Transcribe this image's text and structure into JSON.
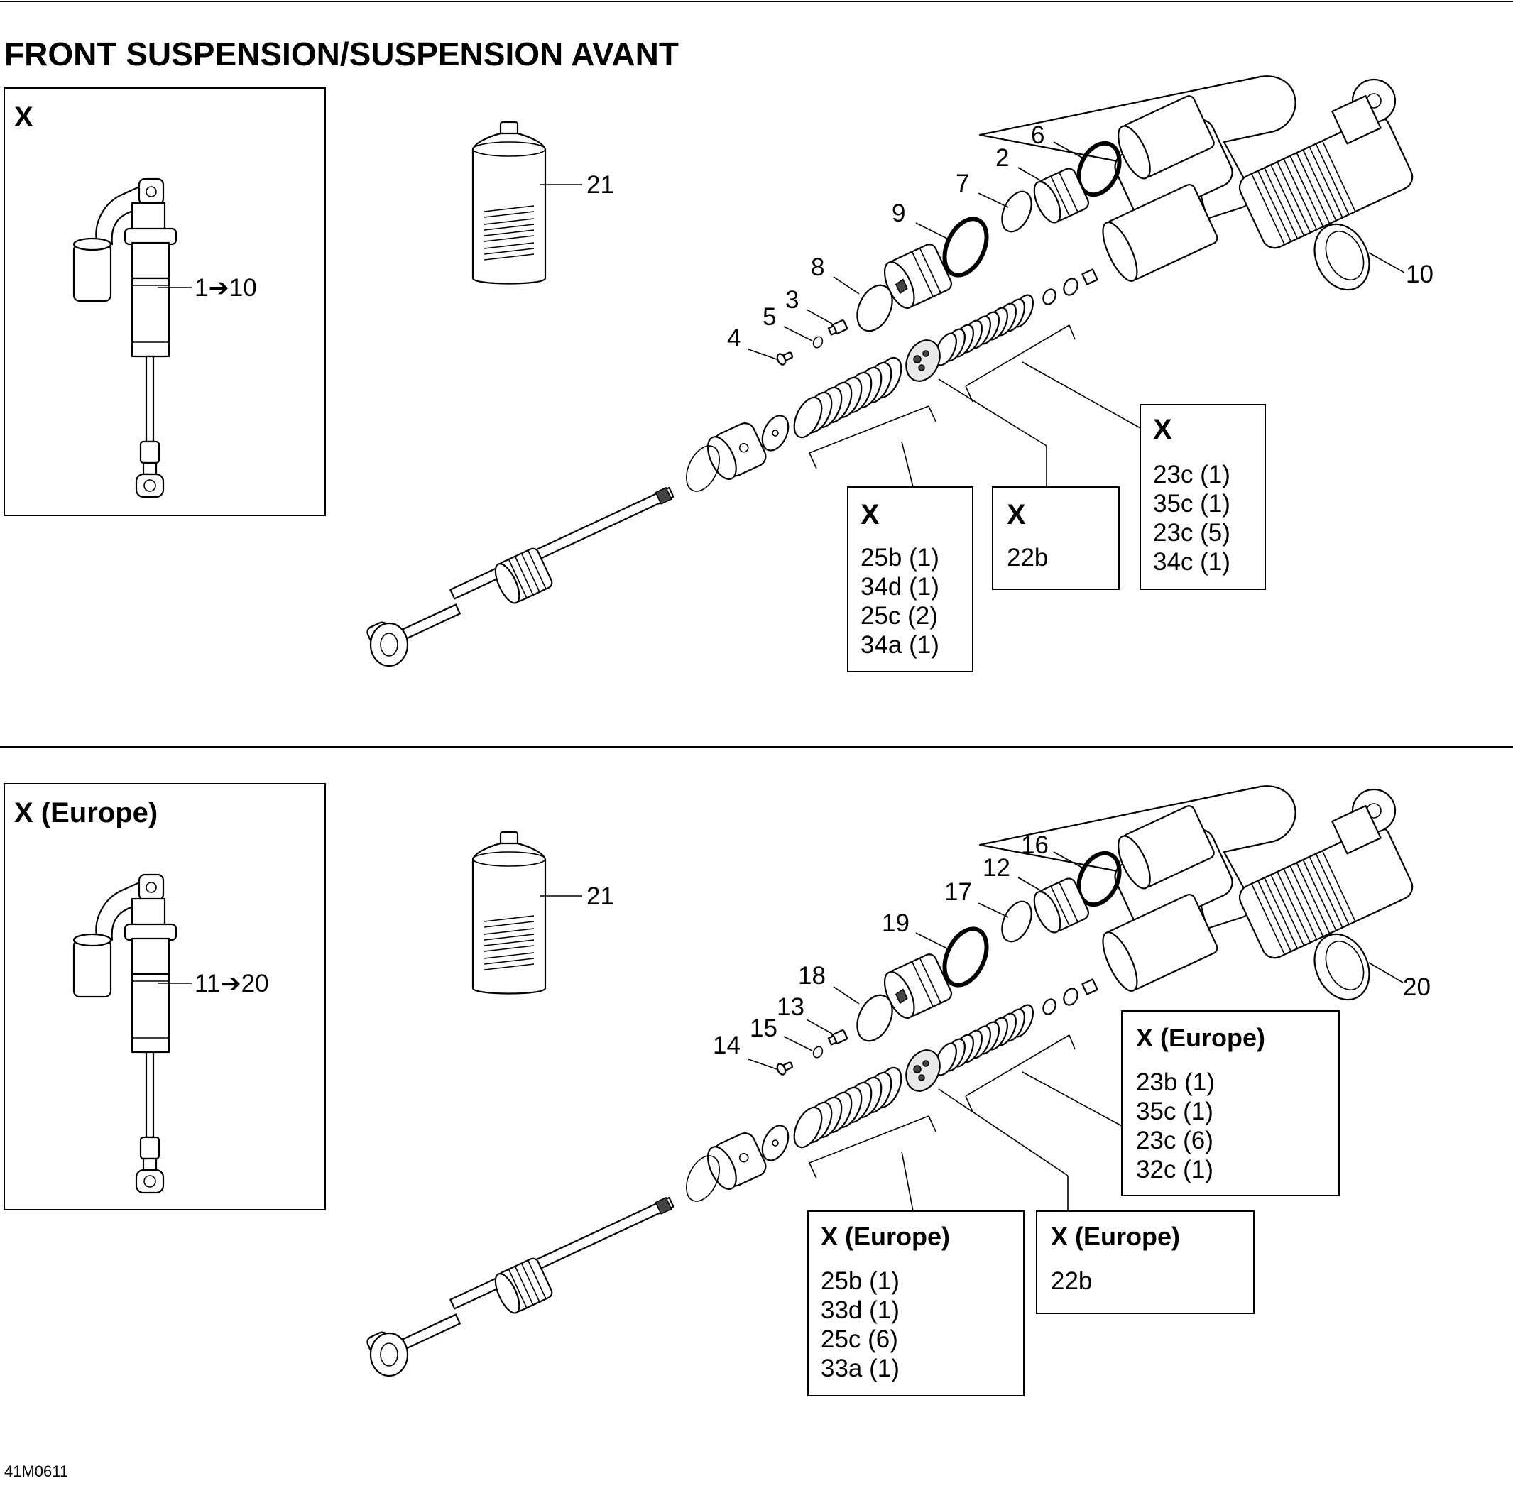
{
  "title": "FRONT SUSPENSION/SUSPENSION AVANT",
  "drawing_code": "41M0611",
  "top": {
    "inset_label": "X",
    "inset_range": "1➔10",
    "oil_label": "21",
    "callouts": {
      "c1": "6",
      "c2": "2",
      "c3": "7",
      "c4": "9",
      "c5": "8",
      "c6": "3",
      "c7": "5",
      "c8": "4",
      "c9": "10"
    },
    "box_left": {
      "heading": "X",
      "lines": [
        "25b (1)",
        "34d (1)",
        "25c (2)",
        "34a (1)"
      ]
    },
    "box_mid": {
      "heading": "X",
      "lines": [
        "22b"
      ]
    },
    "box_right": {
      "heading": "X",
      "lines": [
        "23c (1)",
        "35c (1)",
        "23c (5)",
        "34c (1)"
      ]
    }
  },
  "bottom": {
    "inset_label": "X (Europe)",
    "inset_range": "11➔20",
    "oil_label": "21",
    "callouts": {
      "c1": "16",
      "c2": "12",
      "c3": "17",
      "c4": "19",
      "c5": "18",
      "c6": "13",
      "c7": "15",
      "c8": "14",
      "c9": "20"
    },
    "box_left": {
      "heading": "X (Europe)",
      "lines": [
        "25b (1)",
        "33d (1)",
        "25c (6)",
        "33a (1)"
      ]
    },
    "box_mid": {
      "heading": "X (Europe)",
      "lines": [
        "22b"
      ]
    },
    "box_right": {
      "heading": "X (Europe)",
      "lines": [
        "23b (1)",
        "35c (1)",
        "23c (6)",
        "32c (1)"
      ]
    }
  }
}
